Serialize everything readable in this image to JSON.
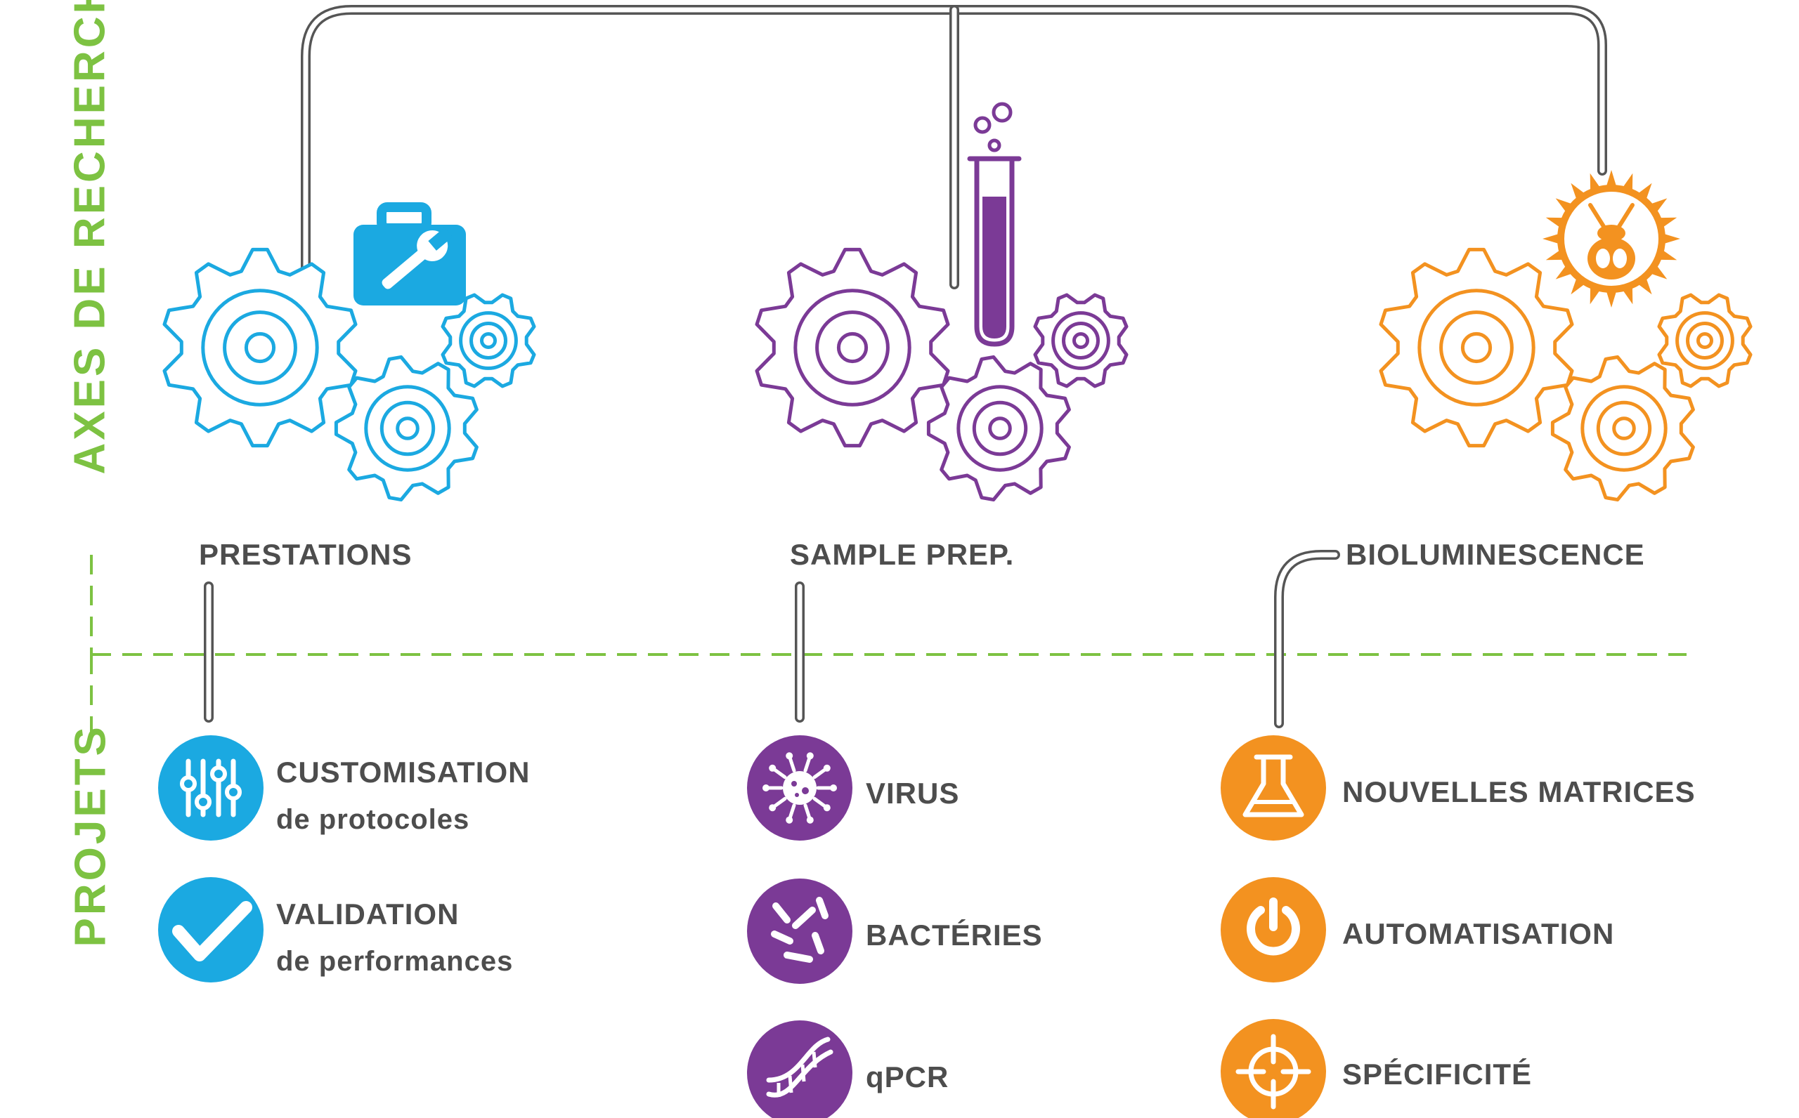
{
  "axis_labels": {
    "top": "AXES DE RECHERCHE",
    "bottom": "PROJETS"
  },
  "colors": {
    "blue": "#1ba9e1",
    "purple": "#7b3a96",
    "orange": "#f39220",
    "green": "#7dc242",
    "text": "#4d4d4d",
    "connector": "#555555"
  },
  "categories": [
    {
      "title": "PRESTATIONS",
      "color": "#1ba9e1",
      "accent_icon": "toolbox-wrench-icon",
      "projects": [
        {
          "icon": "sliders-icon",
          "title": "CUSTOMISATION",
          "subtitle": "de protocoles"
        },
        {
          "icon": "checkmark-icon",
          "title": "VALIDATION",
          "subtitle": "de performances"
        }
      ]
    },
    {
      "title": "SAMPLE PREP.",
      "color": "#7b3a96",
      "accent_icon": "test-tube-icon",
      "projects": [
        {
          "icon": "virus-icon",
          "title": "VIRUS",
          "subtitle": ""
        },
        {
          "icon": "bacteria-icon",
          "title": "BACTÉRIES",
          "subtitle": ""
        },
        {
          "icon": "dna-icon",
          "title": "qPCR",
          "subtitle": ""
        }
      ]
    },
    {
      "title": "BIOLUMINESCENCE",
      "color": "#f39220",
      "accent_icon": "firefly-sun-icon",
      "projects": [
        {
          "icon": "flask-icon",
          "title": "NOUVELLES MATRICES",
          "subtitle": ""
        },
        {
          "icon": "power-icon",
          "title": "AUTOMATISATION",
          "subtitle": ""
        },
        {
          "icon": "crosshair-icon",
          "title": "SPÉCIFICITÉ",
          "subtitle": ""
        }
      ]
    }
  ]
}
